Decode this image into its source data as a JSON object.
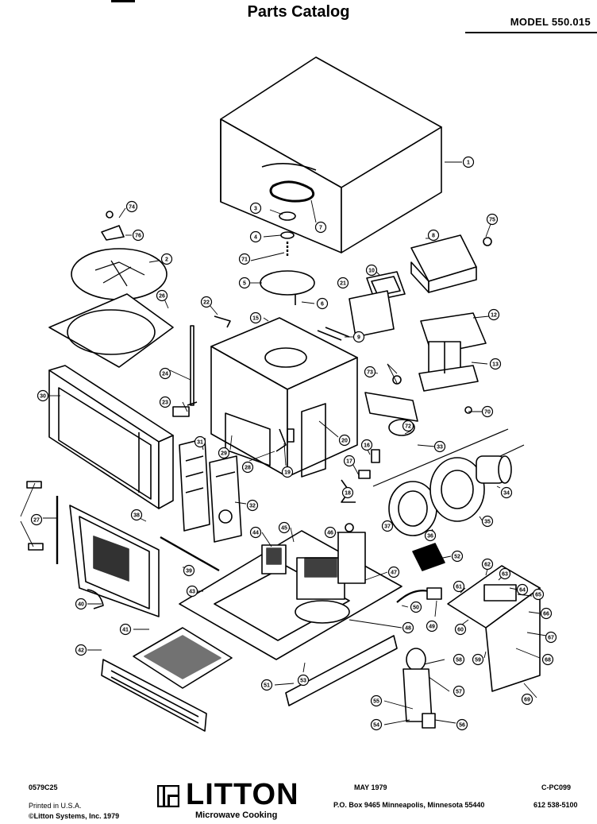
{
  "header": {
    "title": "Parts Catalog",
    "model": "MODEL 550.015"
  },
  "callouts": [
    "1",
    "2",
    "3",
    "4",
    "5",
    "6",
    "7",
    "8",
    "9",
    "10",
    "12",
    "13",
    "15",
    "16",
    "17",
    "18",
    "19",
    "20",
    "21",
    "22",
    "23",
    "24",
    "26",
    "27",
    "28",
    "29",
    "30",
    "31",
    "32",
    "33",
    "34",
    "35",
    "36",
    "37",
    "38",
    "39",
    "40",
    "41",
    "42",
    "43",
    "44",
    "45",
    "46",
    "47",
    "48",
    "49",
    "50",
    "51",
    "52",
    "53",
    "54",
    "55",
    "56",
    "57",
    "58",
    "59",
    "60",
    "61",
    "62",
    "63",
    "64",
    "65",
    "66",
    "67",
    "68",
    "69",
    "70",
    "71",
    "72",
    "73",
    "74",
    "75",
    "76"
  ],
  "footer": {
    "doc_number": "0579C25",
    "printed": "Printed in U.S.A.",
    "copyright": "©Litton Systems, Inc. 1979",
    "brand": "LITTON",
    "brand_sub": "Microwave Cooking",
    "date": "MAY 1979",
    "address": "P.O. Box 9465   Minneapolis, Minnesota 55440",
    "form_code": "C-PC099",
    "phone": "612  538-5100"
  }
}
